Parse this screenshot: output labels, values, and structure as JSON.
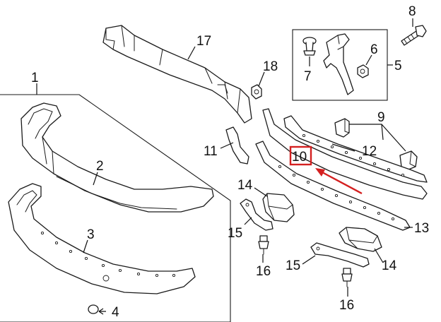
{
  "callouts": {
    "c1": "1",
    "c2": "2",
    "c3": "3",
    "c4": "4",
    "c5": "5",
    "c6": "6",
    "c7": "7",
    "c8": "8",
    "c9": "9",
    "c10": "10",
    "c11": "11",
    "c12": "12",
    "c13": "13",
    "c14a": "14",
    "c14b": "14",
    "c15a": "15",
    "c15b": "15",
    "c16a": "16",
    "c16b": "16",
    "c17": "17",
    "c18": "18"
  },
  "colors": {
    "line": "#1a1a1a",
    "highlight": "#d42020"
  }
}
